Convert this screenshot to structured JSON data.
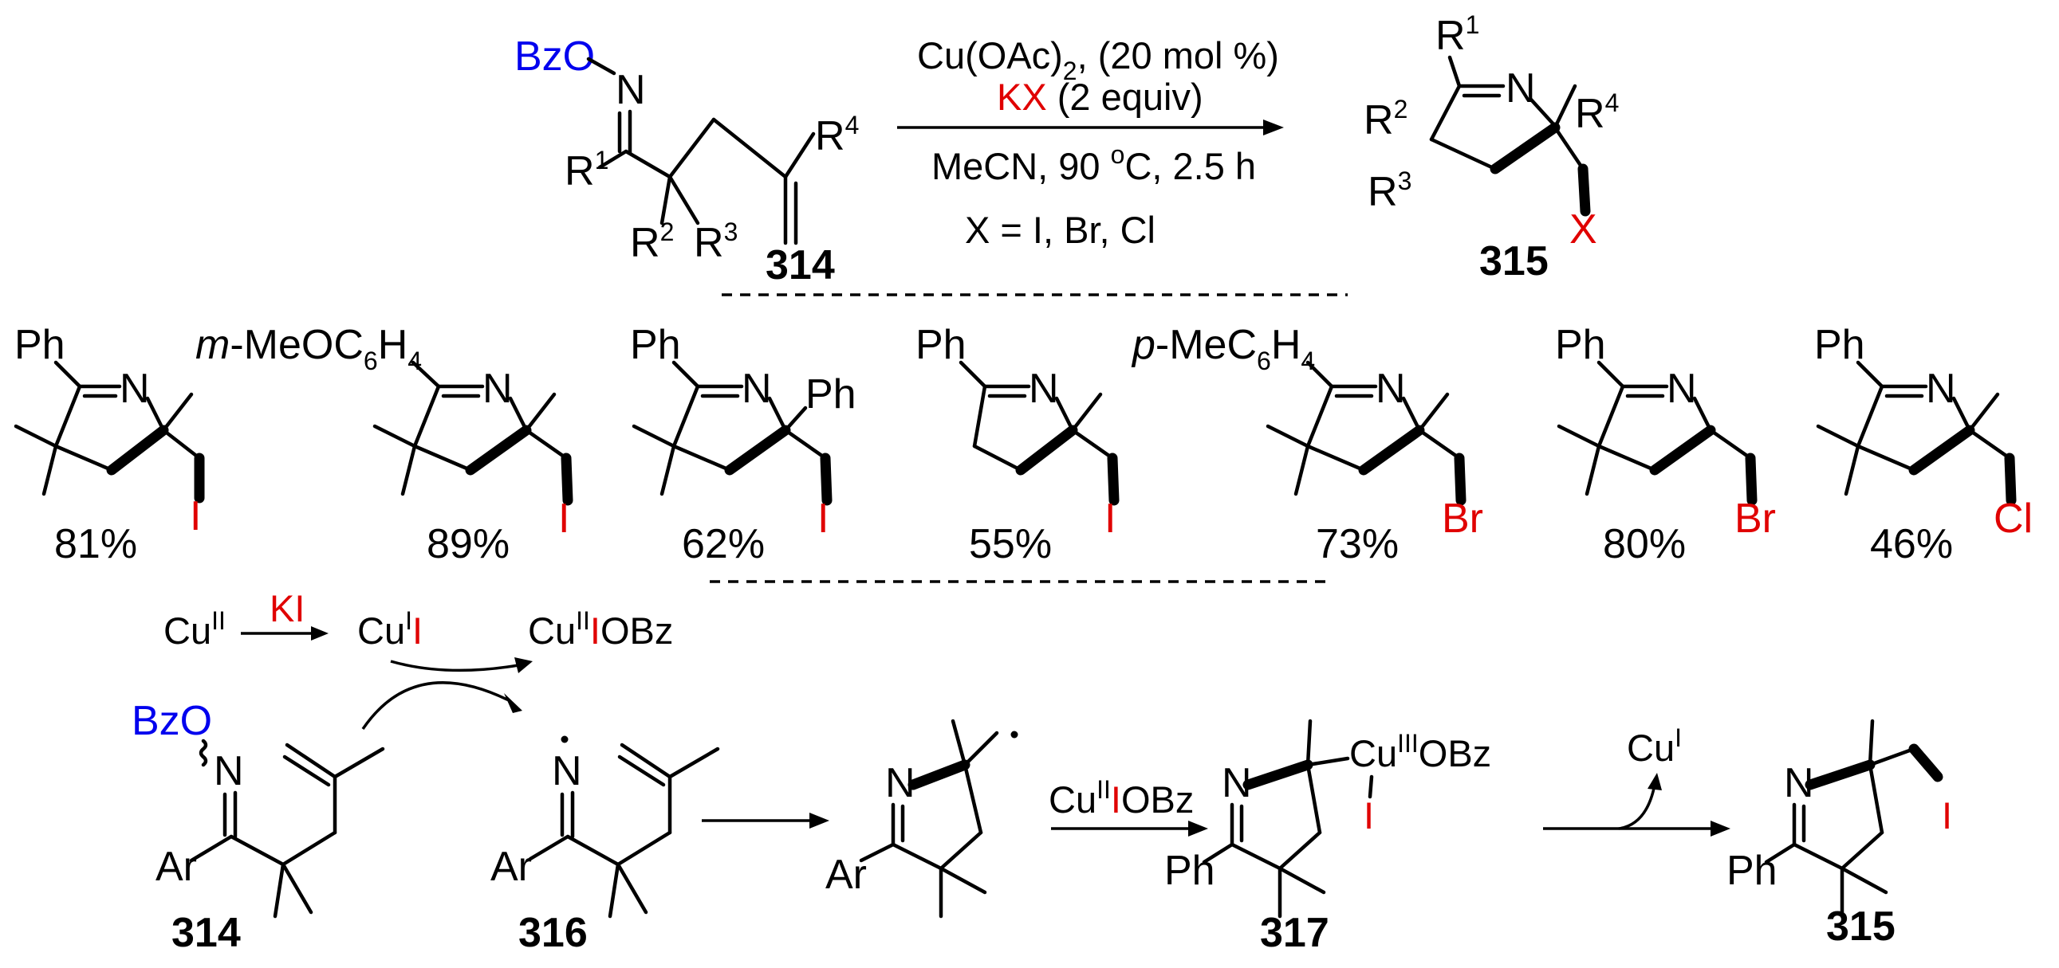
{
  "reaction": {
    "reagents": {
      "cu": "Cu(OAc)",
      "cu_sub": "2",
      "cu_load": ", (20 mol %)",
      "kx": "KX",
      "kx_equiv": " (2 equiv)",
      "solvent": "MeCN, 90 ",
      "deg": "o",
      "cond": "C, 2.5 h",
      "x_def": "X = I, Br, Cl"
    },
    "starting_material": {
      "id": "314",
      "bzo": "BzO",
      "n": "N",
      "r1": "R",
      "r1_sup": "1",
      "r2": "R",
      "r2_sup": "2",
      "r3": "R",
      "r3_sup": "3",
      "r4": "R",
      "r4_sup": "4"
    },
    "product": {
      "id": "315",
      "n": "N",
      "x": "X",
      "r1": "R",
      "r1_sup": "1",
      "r2": "R",
      "r2_sup": "2",
      "r3": "R",
      "r3_sup": "3",
      "r4": "R",
      "r4_sup": "4"
    }
  },
  "examples": [
    {
      "aryl": "Ph",
      "r4": "",
      "halide": "I",
      "yield": "81%"
    },
    {
      "aryl_prefix": "m",
      "aryl": "-MeOC",
      "aryl_sub1": "6",
      "aryl_mid": "H",
      "aryl_sub2": "4",
      "halide": "I",
      "yield": "89%"
    },
    {
      "aryl": "Ph",
      "r4": "Ph",
      "halide": "I",
      "yield": "62%"
    },
    {
      "aryl": "Ph",
      "halide": "I",
      "yield": "55%"
    },
    {
      "aryl_prefix": "p",
      "aryl": "-MeC",
      "aryl_sub1": "6",
      "aryl_mid": "H",
      "aryl_sub2": "4",
      "halide": "Br",
      "yield": "73%"
    },
    {
      "aryl": "Ph",
      "halide": "Br",
      "yield": "80%"
    },
    {
      "aryl": "Ph",
      "halide": "Cl",
      "yield": "46%"
    }
  ],
  "mechanism": {
    "cu2": "Cu",
    "cu2_sup": "II",
    "ki": "KI",
    "cu1": "Cu",
    "cu1_sup": "I",
    "cu1_i": "I",
    "cu2iobz": "Cu",
    "cu2iobz_sup": "II",
    "cu2iobz_i": "I",
    "cu2iobz_obz": "OBz",
    "sm_bzo": "BzO",
    "sm_n": "N",
    "sm_ar": "Ar",
    "sm_id": "314",
    "rad_n": "N",
    "rad_ar": "Ar",
    "rad_id": "316",
    "cyc_n": "N",
    "cyc_ar": "Ar",
    "reag_cu": "Cu",
    "reag_sup": "II",
    "reag_i": "I",
    "reag_obz": "OBz",
    "int_n": "N",
    "int_ph": "Ph",
    "int_cu": "Cu",
    "int_sup": "III",
    "int_obz": "OBz",
    "int_i": "I",
    "int_id": "317",
    "out_cu": "Cu",
    "out_sup": "I",
    "prod_n": "N",
    "prod_ph": "Ph",
    "prod_i": "I",
    "prod_id": "315"
  }
}
